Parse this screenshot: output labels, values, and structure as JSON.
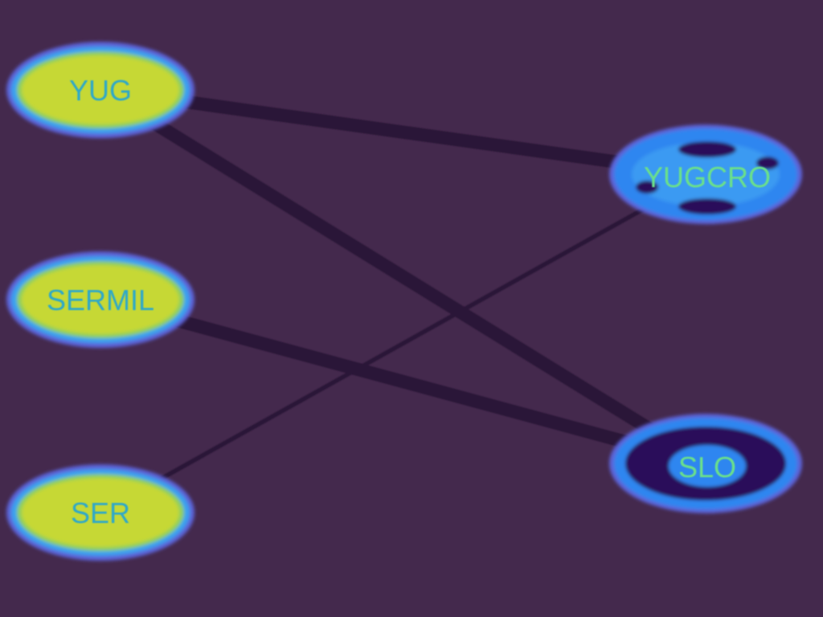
{
  "colors": {
    "background": "#44294d",
    "edge": "#2b1237",
    "source_node_fill": "#c6d836",
    "source_node_ring": "#39a2f0",
    "source_node_outer": "#5c63d8",
    "source_label": "#2ea8c8",
    "target_node_fill": "#2a0f5a",
    "target_node_ring": "#2f86f0",
    "target_label": "#6be08a"
  },
  "nodes": [
    {
      "id": "yug",
      "label": "YUG",
      "group": "source"
    },
    {
      "id": "sermil",
      "label": "SERMIL",
      "group": "source"
    },
    {
      "id": "ser",
      "label": "SER",
      "group": "source"
    },
    {
      "id": "yugcro",
      "label": "YUGCRO",
      "group": "target"
    },
    {
      "id": "slo",
      "label": "SLO",
      "group": "target"
    }
  ],
  "edges": [
    {
      "from": "yug",
      "to": "yugcro",
      "weight": 3
    },
    {
      "from": "yug",
      "to": "slo",
      "weight": 3
    },
    {
      "from": "sermil",
      "to": "slo",
      "weight": 3
    },
    {
      "from": "ser",
      "to": "yugcro",
      "weight": 1
    }
  ]
}
